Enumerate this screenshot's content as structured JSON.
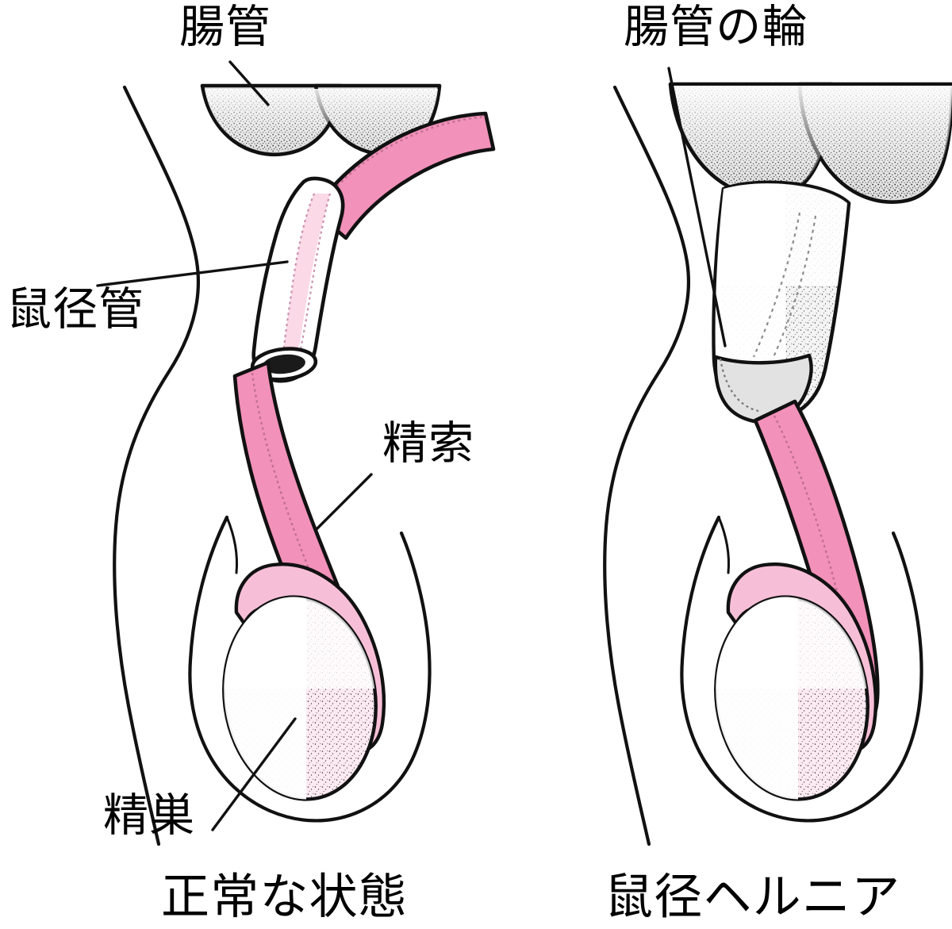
{
  "figure": {
    "title_absent": true,
    "background_color": "#ffffff",
    "panels": [
      {
        "id": "normal",
        "caption": "正常な状態",
        "labels": [
          {
            "name": "intestine",
            "text": "腸管"
          },
          {
            "name": "inguinal-canal",
            "text": "鼠径管"
          },
          {
            "name": "spermatic-cord",
            "text": "精索"
          },
          {
            "name": "testis",
            "text": "精巣"
          }
        ]
      },
      {
        "id": "hernia",
        "caption": "鼠径ヘルニア",
        "labels": [
          {
            "name": "intestine-loop",
            "text": "腸管の輪"
          }
        ]
      }
    ],
    "colors": {
      "outline": "#111111",
      "intestine_grey": "#dedede",
      "intestine_grey_dark": "#cfcfcf",
      "cord_pink": "#f291b9",
      "cord_pink_light": "#f8bcd4",
      "canal_interior_pink": "#fbd9e6",
      "testis_pink": "#fdeaf2",
      "epididymis_pink": "#f7bfd7",
      "hernia_sac_white": "#f4f4f4",
      "hernia_sac_grey": "#e2e2e2",
      "text": "#000000"
    }
  },
  "labels": {
    "intestine": "腸管",
    "intestine_loop": "腸管の輪",
    "inguinal_canal": "鼠径管",
    "spermatic_cord": "精索",
    "testis": "精巣"
  },
  "captions": {
    "normal": "正常な状態",
    "hernia": "鼠径ヘルニア"
  }
}
